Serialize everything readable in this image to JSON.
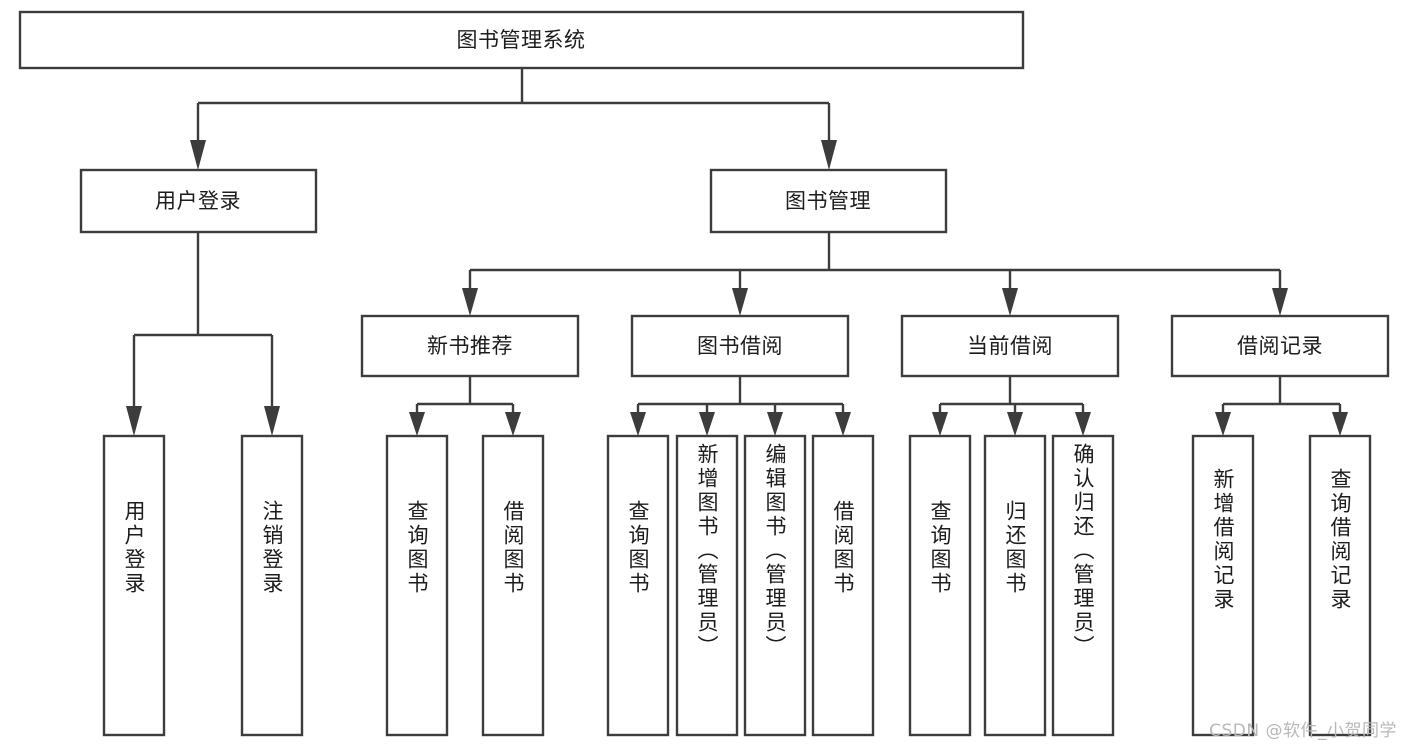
{
  "diagram": {
    "title": "图书管理系统",
    "type": "tree",
    "watermark": "CSDN @软件_小贺同学",
    "colors": {
      "stroke": "#3c3c3c",
      "fill": "#ffffff",
      "text": "#1c1c1c",
      "watermark": "#b8b8b8",
      "background": "#ffffff"
    },
    "root": {
      "label": "图书管理系统"
    },
    "level2": [
      {
        "label": "用户登录"
      },
      {
        "label": "图书管理"
      }
    ],
    "level3": [
      {
        "label": "新书推荐"
      },
      {
        "label": "图书借阅"
      },
      {
        "label": "当前借阅"
      },
      {
        "label": "借阅记录"
      }
    ],
    "leaves": {
      "user_login": [
        {
          "label": "用户登录"
        },
        {
          "label": "注销登录"
        }
      ],
      "new_book_recommend": [
        {
          "label": "查询图书"
        },
        {
          "label": "借阅图书"
        }
      ],
      "book_borrow": [
        {
          "label": "查询图书"
        },
        {
          "label": "新增图书（管理员）"
        },
        {
          "label": "编辑图书（管理员）"
        },
        {
          "label": "借阅图书"
        }
      ],
      "current_borrow": [
        {
          "label": "查询图书"
        },
        {
          "label": "归还图书"
        },
        {
          "label": "确认归还（管理员）"
        }
      ],
      "borrow_record": [
        {
          "label": "新增借阅记录"
        },
        {
          "label": "查询借阅记录"
        }
      ]
    }
  }
}
